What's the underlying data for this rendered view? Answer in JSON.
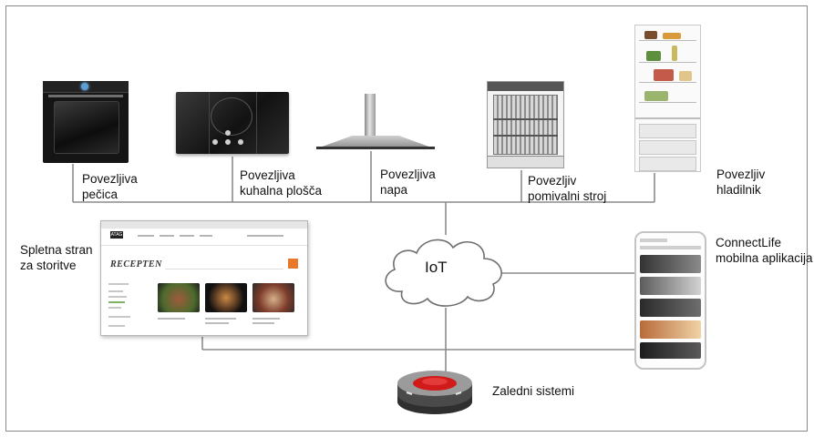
{
  "appliances": {
    "oven": {
      "line1": "Povezljiva",
      "line2": "pečica"
    },
    "hob": {
      "line1": "Povezljiva",
      "line2": "kuhalna plošča"
    },
    "hood": {
      "line1": "Povezljiva",
      "line2": "napa"
    },
    "dishwasher": {
      "line1": "Povezljiv",
      "line2": "pomivalni stroj"
    },
    "fridge": {
      "line1": "Povezljiv",
      "line2": "hladilnik"
    }
  },
  "website": {
    "line1": "Spletna stran",
    "line2": "za storitve",
    "logo_text": "ATAG",
    "heading": "RECEPTEN"
  },
  "iot": {
    "label": "IoT"
  },
  "mobile_app": {
    "line1": "ConnectLife",
    "line2": "mobilna aplikacija"
  },
  "backend": {
    "label": "Zaledni sistemi"
  },
  "colors": {
    "line": "#8c8c8c",
    "accent_orange": "#e8782a",
    "backend_red": "#d11a1a",
    "border": "#8a8a8a"
  }
}
